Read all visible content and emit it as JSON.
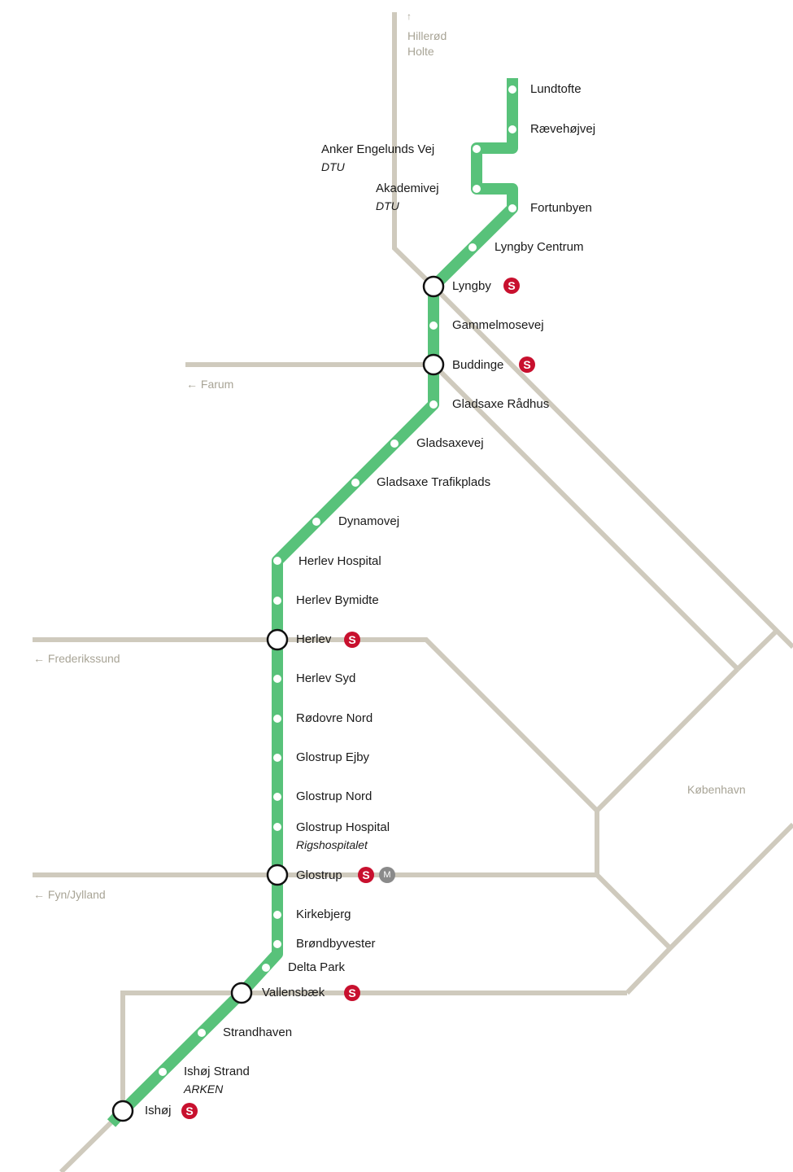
{
  "map": {
    "directions": {
      "hillerod_arrow": "↑",
      "hillerod": "Hillerød",
      "holte": "Holte",
      "farum": "← Farum",
      "frederikssund": "← Frederikssund",
      "fyn": "← Fyn/Jylland"
    },
    "city": "København",
    "stations": {
      "lundtofte": "Lundtofte",
      "ravehojvej": "Rævehøjvej",
      "anker": "Anker Engelunds Vej",
      "anker_sub": "DTU",
      "akademivej": "Akademivej",
      "akademivej_sub": "DTU",
      "fortunbyen": "Fortunbyen",
      "lyngby_centrum": "Lyngby Centrum",
      "lyngby": "Lyngby",
      "gammelmosevej": "Gammelmosevej",
      "buddinge": "Buddinge",
      "gladsaxe_radhus": "Gladsaxe Rådhus",
      "gladsaxevej": "Gladsaxevej",
      "gladsaxe_trafikplads": "Gladsaxe Trafikplads",
      "dynamovej": "Dynamovej",
      "herlev_hospital": "Herlev Hospital",
      "herlev_bymidte": "Herlev Bymidte",
      "herlev": "Herlev",
      "herlev_syd": "Herlev Syd",
      "rodovre_nord": "Rødovre Nord",
      "glostrup_ejby": "Glostrup Ejby",
      "glostrup_nord": "Glostrup Nord",
      "glostrup_hospital": "Glostrup Hospital",
      "glostrup_hospital_sub": "Rigshospitalet",
      "glostrup": "Glostrup",
      "kirkebjerg": "Kirkebjerg",
      "brondbyvester": "Brøndbyvester",
      "delta_park": "Delta Park",
      "vallensbaek": "Vallensbæk",
      "strandhaven": "Strandhaven",
      "ishoj_strand": "Ishøj Strand",
      "ishoj_strand_sub": "ARKEN",
      "ishoj": "Ishøj"
    },
    "badges": {
      "s_train": "S",
      "metro": "M"
    },
    "colors": {
      "lightrail": "#58c27a",
      "rail": "#cfcabd",
      "s_train": "#c8102e",
      "metro": "#8a8a8a"
    }
  }
}
